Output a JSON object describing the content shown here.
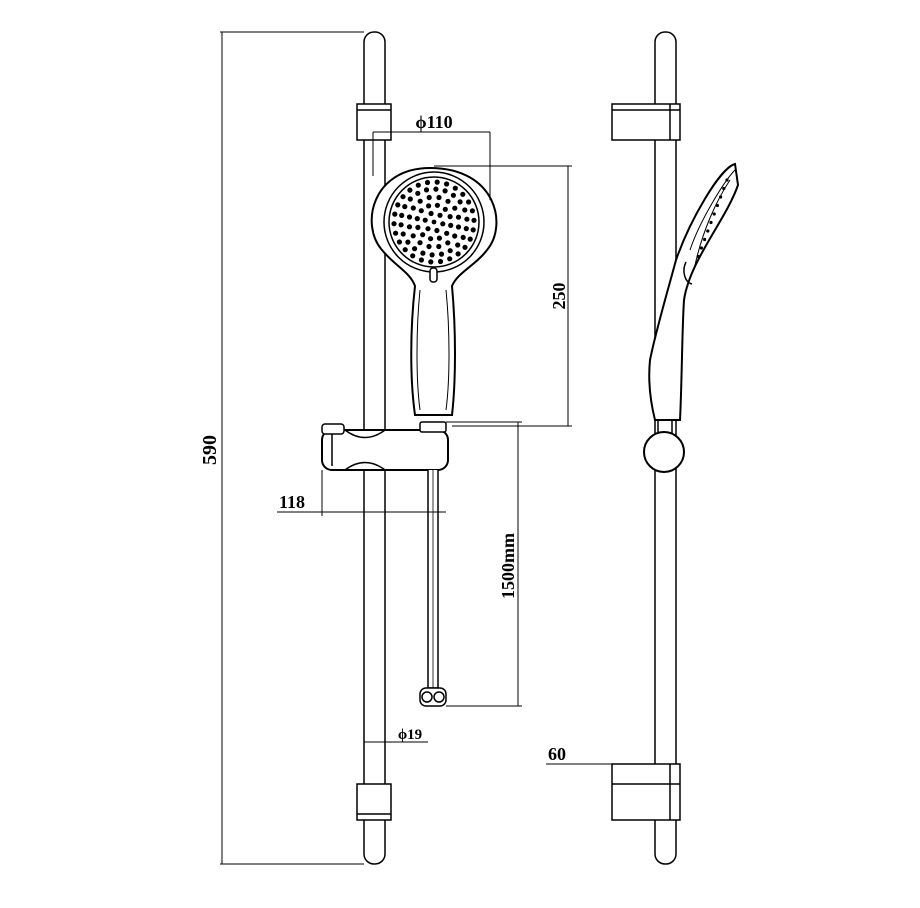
{
  "drawing": {
    "background": "#ffffff",
    "line_color": "#000000",
    "dimensions": {
      "total_height": "590",
      "head_diameter": "ϕ110",
      "head_length": "250",
      "bracket_projection": "118",
      "hose_length": "1500mm",
      "rail_diameter": "ϕ19",
      "bracket_depth": "60"
    }
  }
}
